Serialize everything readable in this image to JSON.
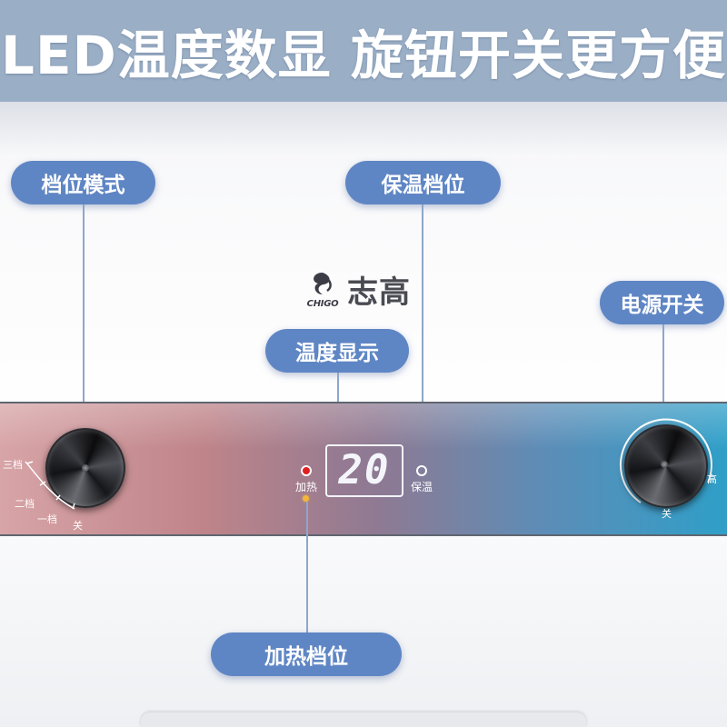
{
  "banner": {
    "title": "LED温度数显 旋钮开关更方便"
  },
  "callouts": {
    "mode": "档位模式",
    "insulation": "保温档位",
    "power": "电源开关",
    "temperature": "温度显示",
    "heating": "加热档位"
  },
  "brand": {
    "name": "志高",
    "sub": "CHIGO"
  },
  "display": {
    "value": "20"
  },
  "panel": {
    "heat_label": "加热",
    "keep_warm_label": "保温",
    "mode_scale": [
      "三档",
      "二档",
      "一档",
      "关"
    ],
    "power_scale": [
      "高",
      "关"
    ]
  },
  "colors": {
    "banner": "#9aaec6",
    "callout": "#5f86c4",
    "marker": "#f2b73a",
    "heat_indicator": "#e02020"
  }
}
